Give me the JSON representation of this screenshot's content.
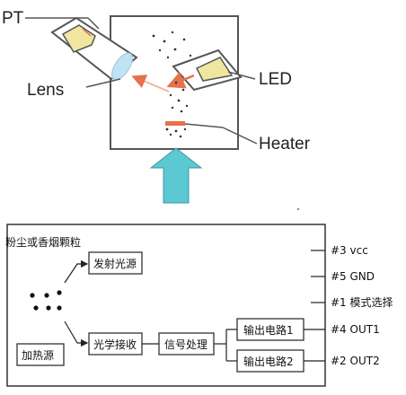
{
  "sensor_diagram": {
    "labels": {
      "pt": "PT",
      "lens": "Lens",
      "led": "LED",
      "heater": "Heater"
    }
  },
  "block_diagram": {
    "particles_label": "粉尘或香烟颗粒",
    "boxes": {
      "emitter": "发射光源",
      "heater": "加热源",
      "receiver": "光学接收",
      "signal": "信号处理",
      "out1": "输出电路1",
      "out2": "输出电路2"
    },
    "pins": {
      "vcc": "#3  vcc",
      "gnd": "#5  GND",
      "mode": "#1  模式选择",
      "out1": "#4   OUT1",
      "out2": "#2   OUT2"
    }
  },
  "colors": {
    "accent_orange": "#e8704a",
    "arrow_teal": "#5bc8d2",
    "lens_blue": "#bfe3f2",
    "lamp_yellow": "#f0e6a0",
    "line_gray": "#555555"
  }
}
